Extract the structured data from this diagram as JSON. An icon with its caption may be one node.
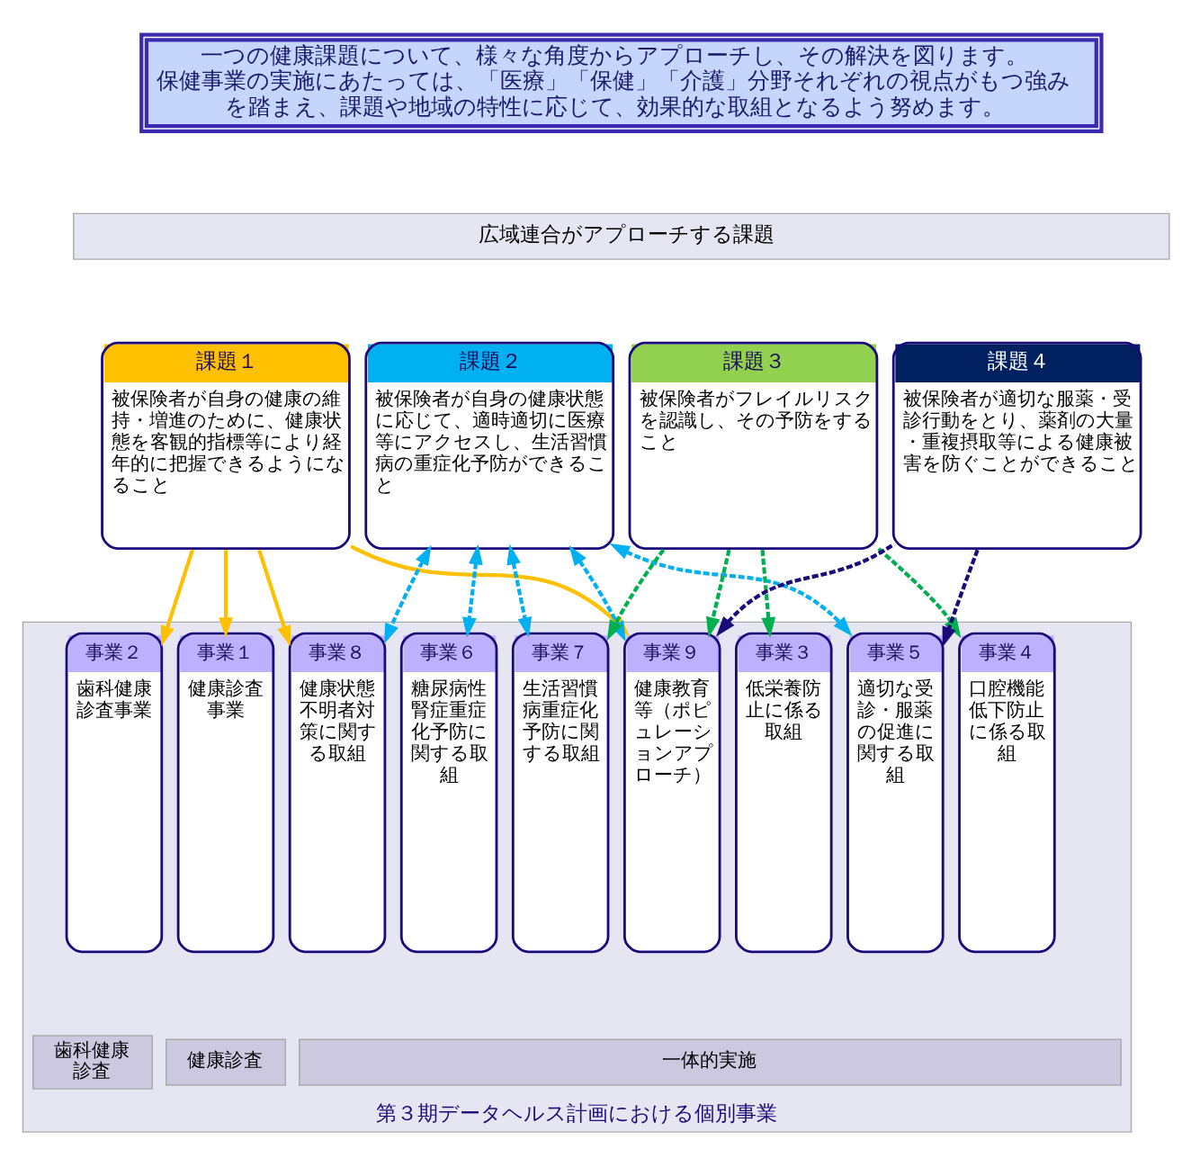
{
  "diagram": {
    "nodes": [
      {
        "text": [
          "一つの健康課題について、様々な角度からアプローチし、その解決を図ります。",
          "保健事業の実施にあたっては、「医療」「保健」「介護」分野それぞれの視点がもつ強みを踏まえ、課題や地域の特性に応じて、効果的な取組となるよう努めます。"
        ]
      },
      {
        "text": [
          "広域連合がアプローチする課題"
        ]
      },
      {
        "text": [
          "課題１",
          "被保険者が自身の健康の維持・増進のために、健康状態を客観的指標等により経年的に把握できるようになること"
        ]
      },
      {
        "text": [
          "課題２",
          "被保険者が自身の健康状態に応じて、適時適切に医療等にアクセスし、生活習慣病の重症化予防ができること"
        ]
      },
      {
        "text": [
          "課題３",
          "被保険者がフレイルリスクを認識し、その予防をすること"
        ]
      },
      {
        "text": [
          "課題４",
          "被保険者が適切な服薬・受診行動をとり、薬剤の大量・重複摂取等による健康被害を防ぐことができること"
        ]
      },
      {
        "text": [
          "第３期データヘルス計画における個別事業"
        ]
      },
      {
        "text": [
          "事業１",
          "健康診査事業"
        ],
        "in": 6
      },
      {
        "text": [
          "事業２",
          "歯科健康診査事業"
        ],
        "in": 6
      },
      {
        "text": [
          "事業３",
          "低栄養防止に係る取組"
        ],
        "in": 6
      },
      {
        "text": [
          "事業４",
          "口腔機能低下防止に係る取組"
        ],
        "in": 6
      },
      {
        "text": [
          "事業５",
          "適切な受診・服薬の促進に関する取組"
        ],
        "in": 6
      },
      {
        "text": [
          "事業６",
          "糖尿病性腎症重症化予防に関する取組"
        ],
        "in": 6
      },
      {
        "text": [
          "事業７",
          "生活習慣病重症化予防に関する取組"
        ],
        "in": 6
      },
      {
        "text": [
          "事業８",
          "健康状態不明者対策に関する取組"
        ],
        "in": 6
      },
      {
        "text": [
          "事業９",
          "健康教育等（ポピュレーションアプローチ）"
        ],
        "in": 6
      },
      {
        "text": [
          "健康診査"
        ],
        "in": 6
      },
      {
        "text": [
          "歯科健康診査"
        ],
        "in": 6
      },
      {
        "text": [
          "一体的実施"
        ],
        "in": 6
      }
    ],
    "edges": [
      {
        "from": 2,
        "to": 7,
        "arrow": "to",
        "color": "#ffc000"
      },
      {
        "from": 2,
        "to": 8,
        "arrow": "to",
        "color": "#ffc000"
      },
      {
        "from": 2,
        "to": 14,
        "arrow": "to",
        "color": "#ffc000"
      },
      {
        "from": 2,
        "to": 15,
        "arrow": "to",
        "color": "#ffc000"
      },
      {
        "from": 3,
        "to": 11,
        "arrow": "both",
        "style": "dashed",
        "color": "#00b0f0"
      },
      {
        "from": 3,
        "to": 12,
        "arrow": "both",
        "style": "dashed",
        "color": "#00b0f0"
      },
      {
        "from": 3,
        "to": 13,
        "arrow": "both",
        "style": "dashed",
        "color": "#00b0f0"
      },
      {
        "from": 3,
        "to": 14,
        "arrow": "both",
        "style": "dashed",
        "color": "#00b0f0"
      },
      {
        "from": 3,
        "to": 15,
        "arrow": "both",
        "style": "dashed",
        "color": "#00b0f0"
      },
      {
        "from": 4,
        "to": 9,
        "arrow": "to",
        "style": "dashed",
        "color": "#00b050"
      },
      {
        "from": 4,
        "to": 10,
        "arrow": "to",
        "style": "dashed",
        "color": "#00b050"
      },
      {
        "from": 4,
        "to": 13,
        "arrow": "to",
        "style": "dashed",
        "color": "#00b050"
      },
      {
        "from": 4,
        "to": 15,
        "arrow": "to",
        "style": "dashed",
        "color": "#00b050"
      },
      {
        "from": 5,
        "to": 11,
        "arrow": "to",
        "style": "dashed",
        "color": "#1a0a7a"
      },
      {
        "from": 5,
        "to": 15,
        "arrow": "to",
        "style": "dashed",
        "color": "#1a0a7a"
      }
    ]
  }
}
